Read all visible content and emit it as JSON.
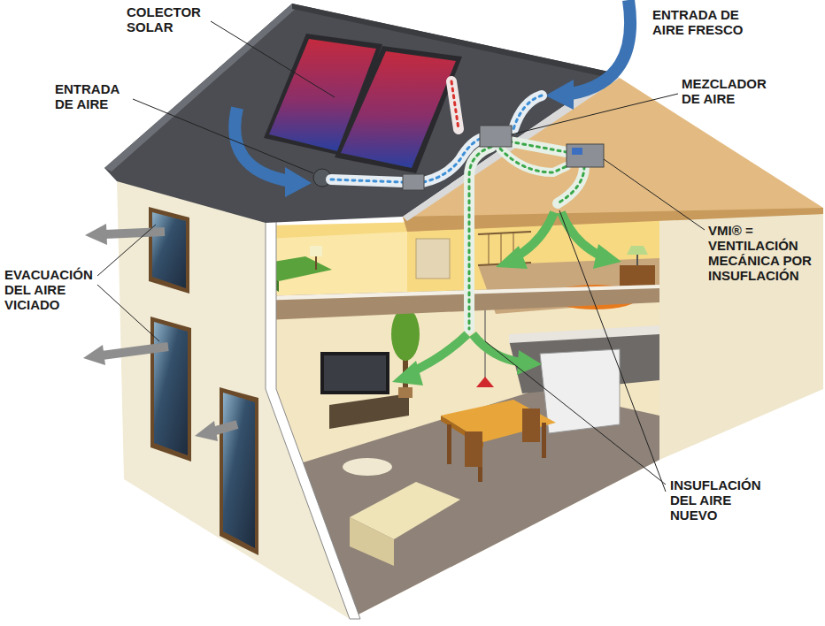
{
  "diagram": {
    "labels": [
      "COLECTOR SOLAR",
      "ENTRADA DE AIRE FRESCO",
      "ENTRADA DE AIRE",
      "MEZCLADOR DE AIRE",
      "VMI® = VENTILACIÓN MECÁNICA POR INSUFLACIÓN",
      "EVACUACIÓN DEL AIRE VICIADO",
      "INSUFLACIÓN DEL AIRE NUEVO"
    ]
  }
}
